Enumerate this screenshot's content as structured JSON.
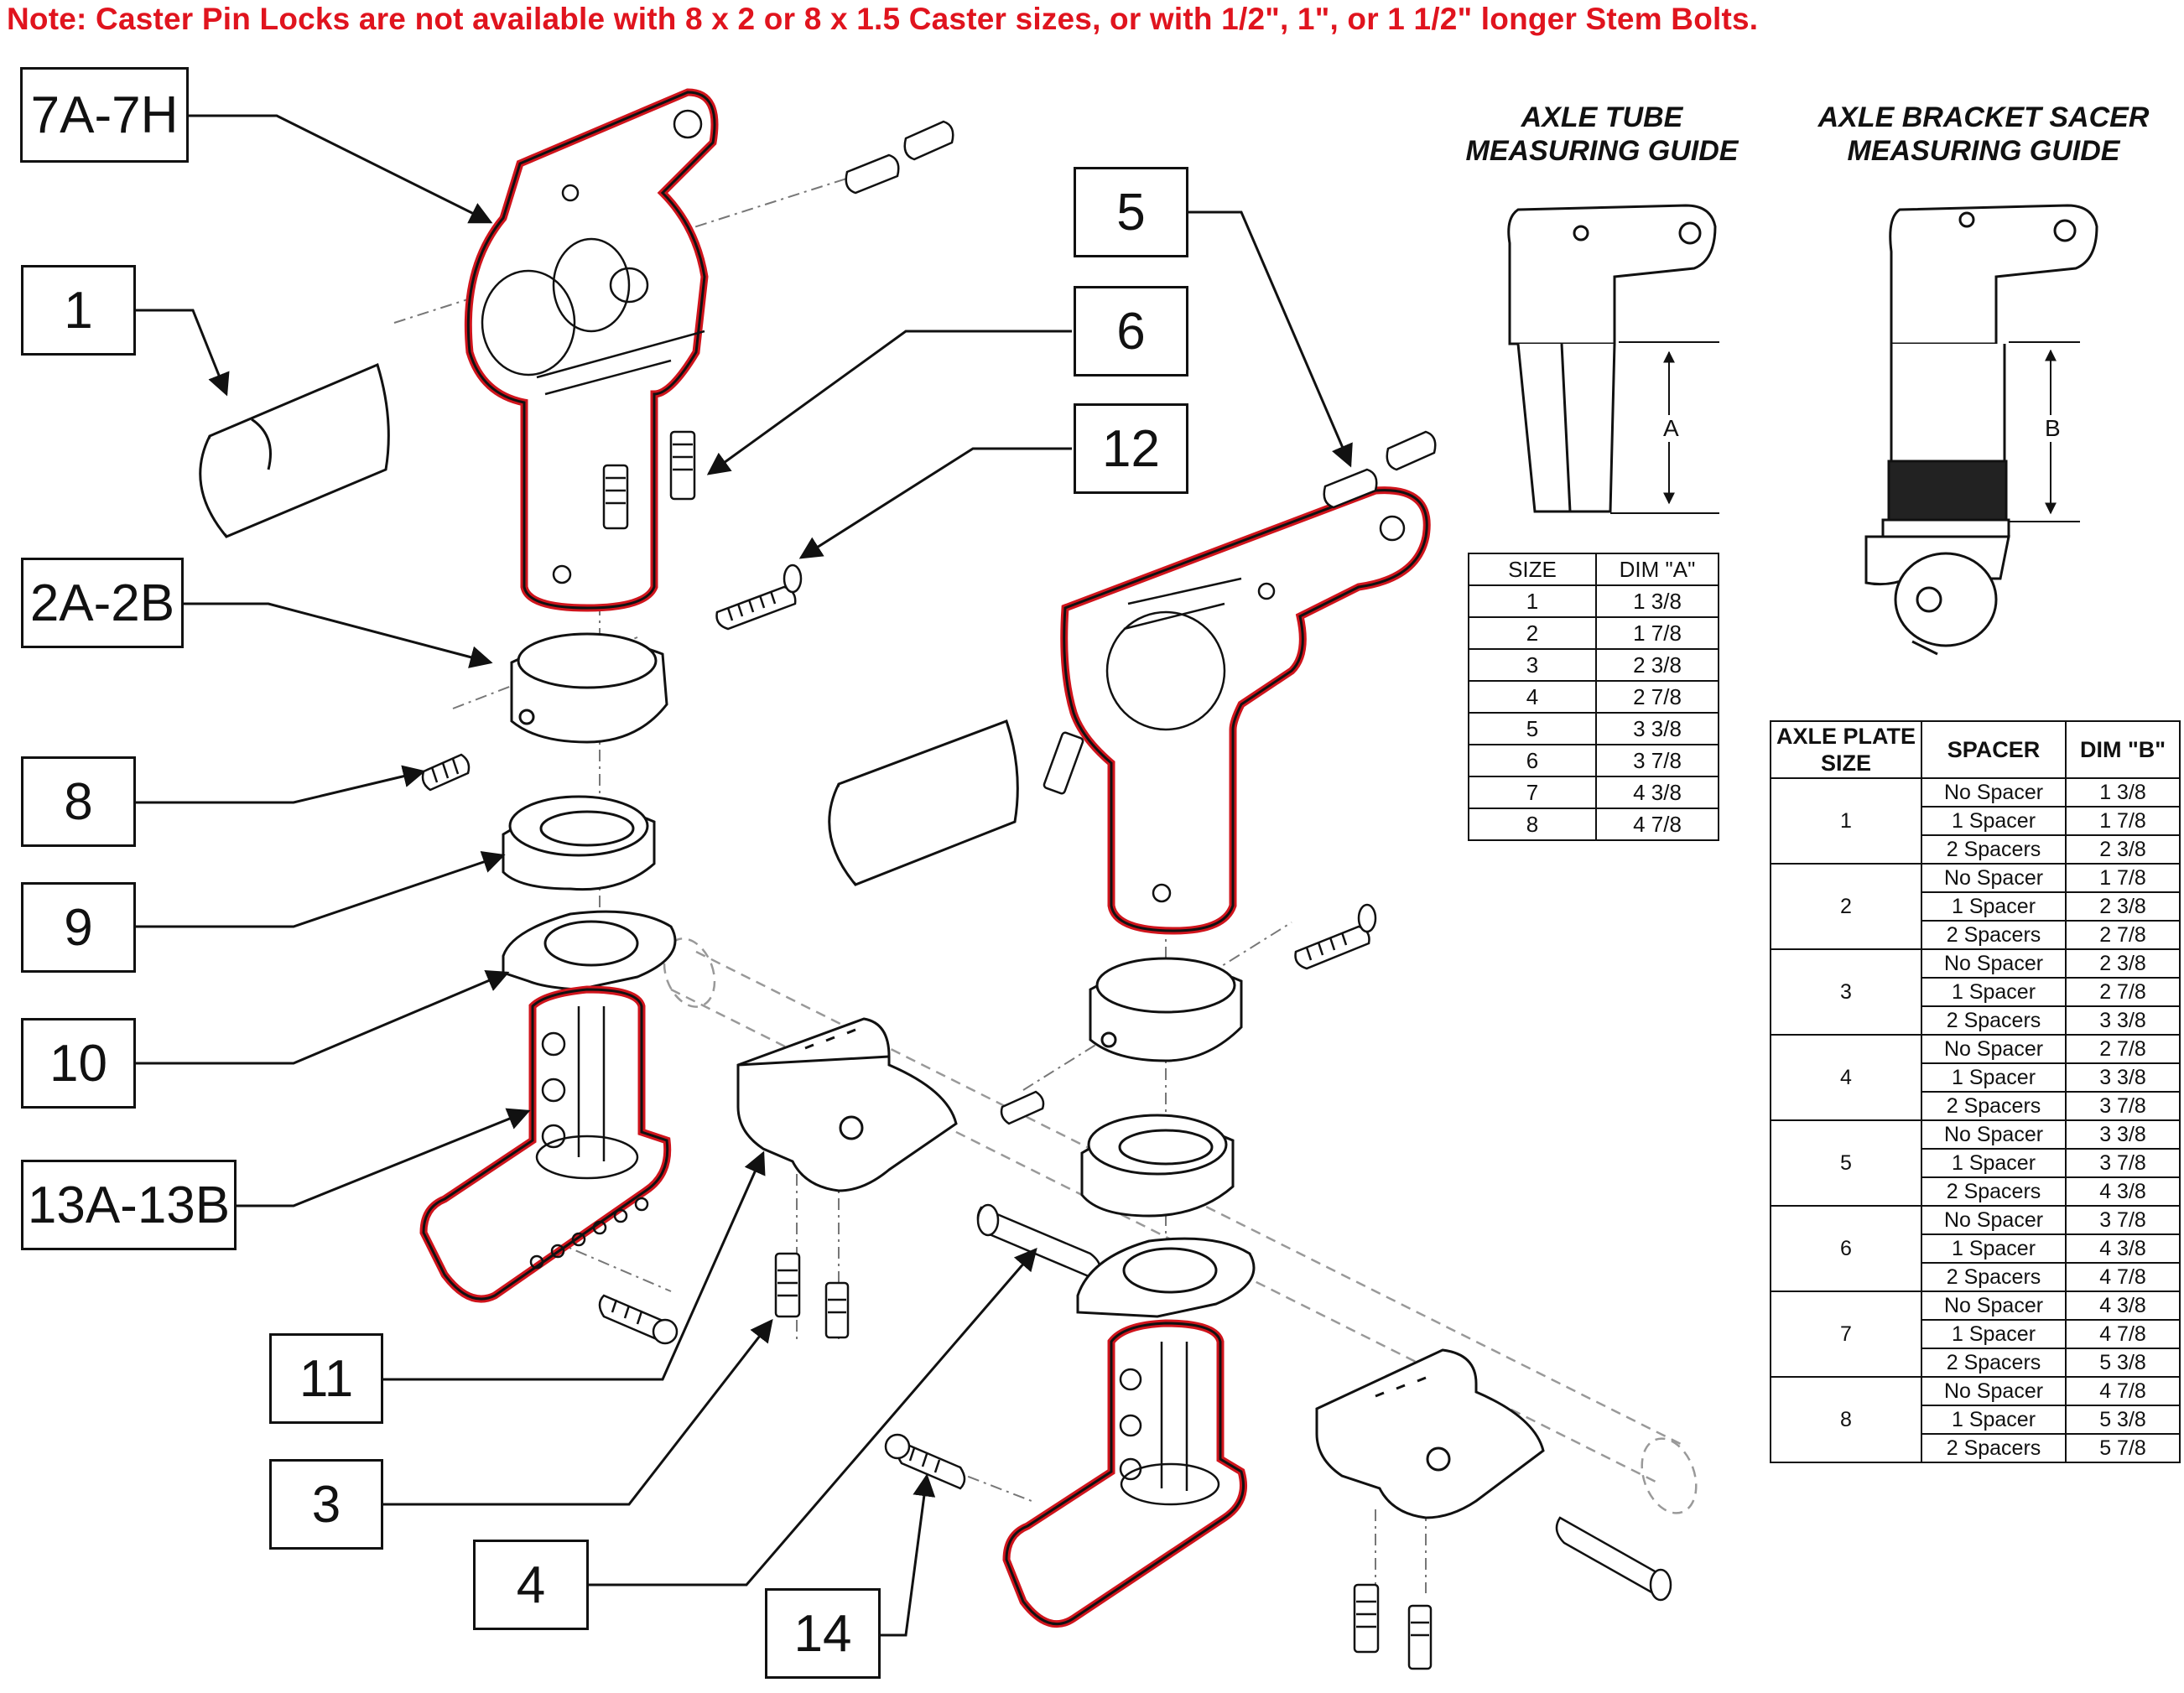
{
  "note": "Note: Caster Pin Locks are not available with 8 x 2 or 8 x 1.5 Caster sizes, or with 1/2\", 1\", or 1 1/2\" longer Stem Bolts.",
  "callouts": [
    {
      "id": "7a-7h",
      "label": "7A-7H"
    },
    {
      "id": "1",
      "label": "1"
    },
    {
      "id": "2a-2b",
      "label": "2A-2B"
    },
    {
      "id": "8",
      "label": "8"
    },
    {
      "id": "9",
      "label": "9"
    },
    {
      "id": "10",
      "label": "10"
    },
    {
      "id": "13a-13b",
      "label": "13A-13B"
    },
    {
      "id": "11",
      "label": "11"
    },
    {
      "id": "3",
      "label": "3"
    },
    {
      "id": "4",
      "label": "4"
    },
    {
      "id": "14",
      "label": "14"
    },
    {
      "id": "5",
      "label": "5"
    },
    {
      "id": "6",
      "label": "6"
    },
    {
      "id": "12",
      "label": "12"
    }
  ],
  "axle_tube_guide": {
    "title_line1": "AXLE TUBE",
    "title_line2": "MEASURING GUIDE",
    "dimension_label": "A",
    "table_headers": [
      "SIZE",
      "DIM \"A\""
    ],
    "rows": [
      [
        "1",
        "1 3/8"
      ],
      [
        "2",
        "1 7/8"
      ],
      [
        "3",
        "2 3/8"
      ],
      [
        "4",
        "2 7/8"
      ],
      [
        "5",
        "3 3/8"
      ],
      [
        "6",
        "3 7/8"
      ],
      [
        "7",
        "4 3/8"
      ],
      [
        "8",
        "4 7/8"
      ]
    ]
  },
  "axle_bracket_guide": {
    "title_line1": "AXLE BRACKET SACER",
    "title_line2": "MEASURING GUIDE",
    "dimension_label": "B",
    "table_headers": [
      "AXLE PLATE SIZE",
      "SPACER",
      "DIM \"B\""
    ],
    "groups": [
      {
        "size": "1",
        "rows": [
          [
            "No Spacer",
            "1 3/8"
          ],
          [
            "1 Spacer",
            "1 7/8"
          ],
          [
            "2 Spacers",
            "2 3/8"
          ]
        ]
      },
      {
        "size": "2",
        "rows": [
          [
            "No Spacer",
            "1 7/8"
          ],
          [
            "1 Spacer",
            "2 3/8"
          ],
          [
            "2 Spacers",
            "2 7/8"
          ]
        ]
      },
      {
        "size": "3",
        "rows": [
          [
            "No Spacer",
            "2 3/8"
          ],
          [
            "1 Spacer",
            "2 7/8"
          ],
          [
            "2 Spacers",
            "3 3/8"
          ]
        ]
      },
      {
        "size": "4",
        "rows": [
          [
            "No Spacer",
            "2 7/8"
          ],
          [
            "1 Spacer",
            "3 3/8"
          ],
          [
            "2 Spacers",
            "3 7/8"
          ]
        ]
      },
      {
        "size": "5",
        "rows": [
          [
            "No Spacer",
            "3 3/8"
          ],
          [
            "1 Spacer",
            "3 7/8"
          ],
          [
            "2 Spacers",
            "4 3/8"
          ]
        ]
      },
      {
        "size": "6",
        "rows": [
          [
            "No Spacer",
            "3 7/8"
          ],
          [
            "1 Spacer",
            "4 3/8"
          ],
          [
            "2 Spacers",
            "4 7/8"
          ]
        ]
      },
      {
        "size": "7",
        "rows": [
          [
            "No Spacer",
            "4 3/8"
          ],
          [
            "1 Spacer",
            "4 7/8"
          ],
          [
            "2 Spacers",
            "5 3/8"
          ]
        ]
      },
      {
        "size": "8",
        "rows": [
          [
            "No Spacer",
            "4 7/8"
          ],
          [
            "1 Spacer",
            "5 3/8"
          ],
          [
            "2 Spacers",
            "5 7/8"
          ]
        ]
      }
    ]
  },
  "colors": {
    "highlight": "#d0141c",
    "note": "#e0141e",
    "line": "#111111"
  }
}
